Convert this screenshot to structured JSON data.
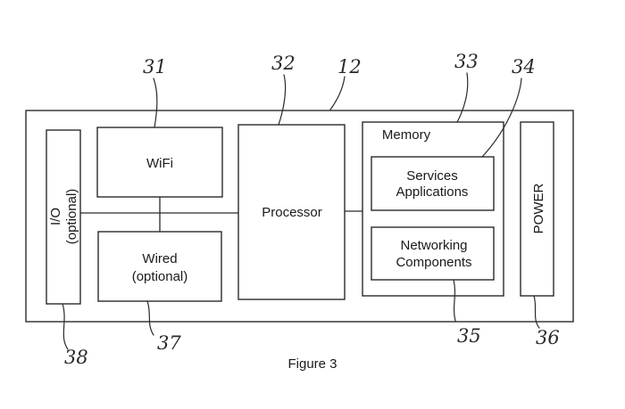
{
  "blocks": {
    "wifi": "WiFi",
    "wired_line1": "Wired",
    "wired_line2": "(optional)",
    "processor": "Processor",
    "memory": "Memory",
    "services_line1": "Services",
    "services_line2": "Applications",
    "networking_line1": "Networking",
    "networking_line2": "Components",
    "io_line1": "I/O",
    "io_line2": "(optional)",
    "power": "POWER"
  },
  "reference_numerals": {
    "r12": "12",
    "r31": "31",
    "r32": "32",
    "r33": "33",
    "r34": "34",
    "r35": "35",
    "r36": "36",
    "r37": "37",
    "r38": "38"
  },
  "caption": "Figure 3"
}
